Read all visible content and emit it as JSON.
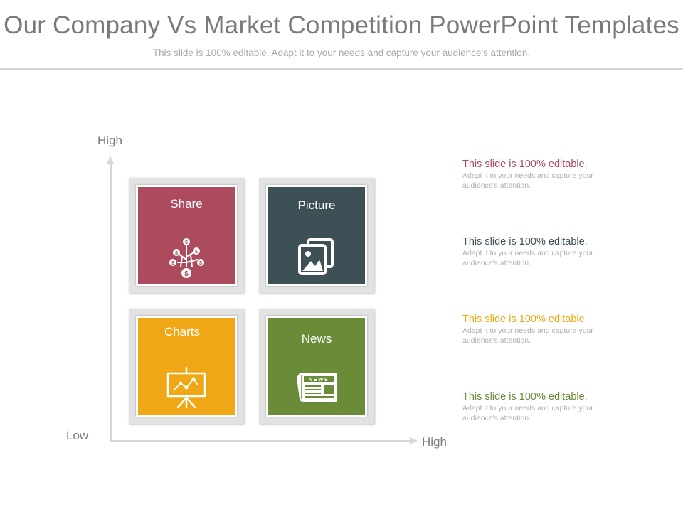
{
  "slide": {
    "title": "Our Company Vs Market Competition PowerPoint Templates",
    "subtitle": "This slide is 100% editable. Adapt it to your needs and capture your audience's attention."
  },
  "axes": {
    "y_high": "High",
    "x_low": "Low",
    "x_high": "High"
  },
  "tiles": [
    {
      "label": "Share",
      "color": "#ab4b5d",
      "icon": "money-tree-icon"
    },
    {
      "label": "Picture",
      "color": "#3c5056",
      "icon": "pictures-icon"
    },
    {
      "label": "Charts",
      "color": "#f0a716",
      "icon": "presentation-board-icon"
    },
    {
      "label": "News",
      "color": "#6a8c38",
      "icon": "newspaper-icon",
      "icon_text": "NEWS"
    }
  ],
  "notes": [
    {
      "title": "This slide is 100% editable.",
      "body": "Adapt it to your needs and capture your audience's attention.",
      "color": "#ab4b5d"
    },
    {
      "title": "This slide is 100% editable.",
      "body": "Adapt it to your needs and capture your audience's attention.",
      "color": "#3c5056"
    },
    {
      "title": "This slide is 100% editable.",
      "body": "Adapt it to your needs and capture your audience's attention.",
      "color": "#f0a716"
    },
    {
      "title": "This slide is 100% editable.",
      "body": "Adapt it to your needs and capture your audience's attention.",
      "color": "#6a8c38"
    }
  ]
}
